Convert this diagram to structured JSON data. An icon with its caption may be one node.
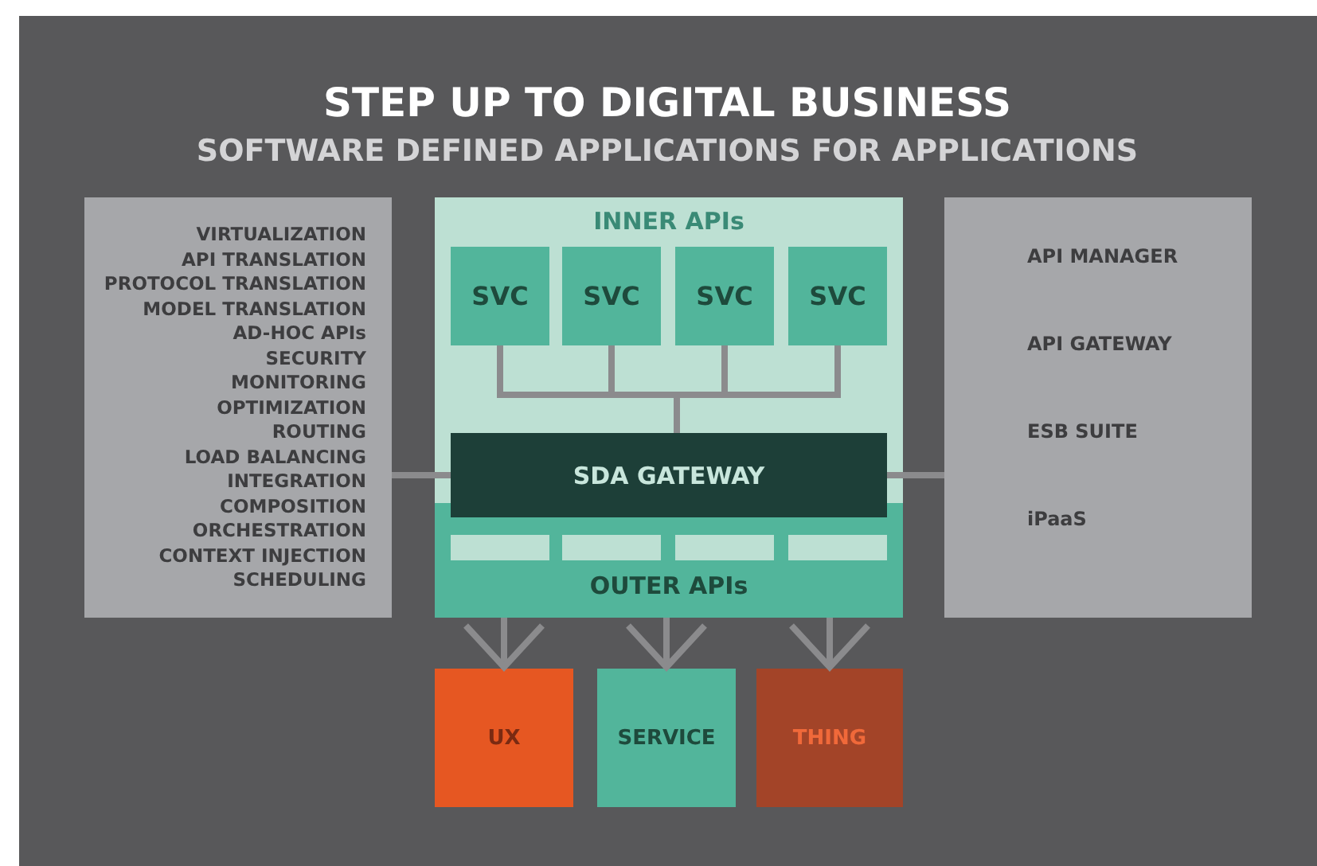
{
  "diagram": {
    "title": "STEP UP TO DIGITAL BUSINESS",
    "nodes": [
      {
        "text": [
          "VIRTUALIZATION",
          "API TRANSLATION",
          "PROTOCOL TRANSLATION",
          "MODEL TRANSLATION",
          "AD-HOC APIs",
          "SECURITY",
          "MONITORING",
          "OPTIMIZATION",
          "ROUTING",
          "LOAD BALANCING",
          "INTEGRATION",
          "COMPOSITION",
          "ORCHESTRATION",
          "CONTEXT INJECTION",
          "SCHEDULING"
        ]
      },
      {
        "text": [
          "INNER APIs"
        ]
      },
      {
        "text": [
          "SVC"
        ],
        "in": 1
      },
      {
        "text": [
          "SVC"
        ],
        "in": 1
      },
      {
        "text": [
          "SVC"
        ],
        "in": 1
      },
      {
        "text": [
          "SVC"
        ],
        "in": 1
      },
      {
        "text": [
          "SDA GATEWAY"
        ],
        "in": 1
      },
      {
        "text": [
          "OUTER APIs"
        ],
        "in": 1
      },
      {
        "text": [],
        "shape": "bar",
        "in": 7
      },
      {
        "text": [],
        "shape": "bar",
        "in": 7
      },
      {
        "text": [],
        "shape": "bar",
        "in": 7
      },
      {
        "text": [],
        "shape": "bar",
        "in": 7
      },
      {
        "text": [
          "API MANAGER",
          "API GATEWAY",
          "ESB SUITE",
          "iPaaS"
        ]
      },
      {
        "text": [
          "UX"
        ]
      },
      {
        "text": [
          "SERVICE"
        ]
      },
      {
        "text": [
          "THING"
        ]
      }
    ],
    "edges": [
      {
        "from": 2,
        "to": 6,
        "arrow": "none"
      },
      {
        "from": 3,
        "to": 6,
        "arrow": "none"
      },
      {
        "from": 4,
        "to": 6,
        "arrow": "none"
      },
      {
        "from": 5,
        "to": 6,
        "arrow": "none"
      },
      {
        "from": 0,
        "to": 6,
        "arrow": "none"
      },
      {
        "from": 6,
        "to": 12,
        "arrow": "none"
      },
      {
        "from": 7,
        "to": 13,
        "arrow": "to"
      },
      {
        "from": 7,
        "to": 14,
        "arrow": "to"
      },
      {
        "from": 7,
        "to": 15,
        "arrow": "to"
      }
    ],
    "labels": [
      "SOFTWARE DEFINED APPLICATIONS FOR APPLICATIONS"
    ]
  }
}
